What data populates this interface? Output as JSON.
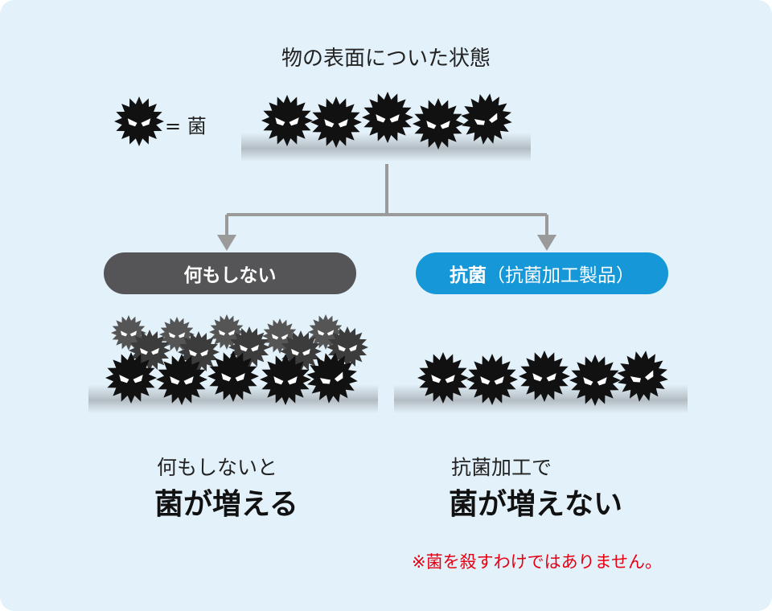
{
  "title": "物の表面についた状態",
  "legend": {
    "label": "= 菌",
    "icon": "germ-icon"
  },
  "branches": {
    "left": {
      "pill_label": "何もしない",
      "caption_line1": "何もしないと",
      "caption_line2": "菌が増える"
    },
    "right": {
      "pill_label_bold": "抗菌",
      "pill_label_rest": "（抗菌加工製品）",
      "caption_line1": "抗菌加工で",
      "caption_line2": "菌が増えない"
    }
  },
  "note": "※菌を殺すわけではありません。",
  "colors": {
    "background": "#e3f1fa",
    "germ": "#111111",
    "germ_faded": "#555555",
    "pill_dark": "#555557",
    "pill_blue": "#1597d8",
    "note_red": "#e60012",
    "arrow": "#9a9a9a"
  }
}
